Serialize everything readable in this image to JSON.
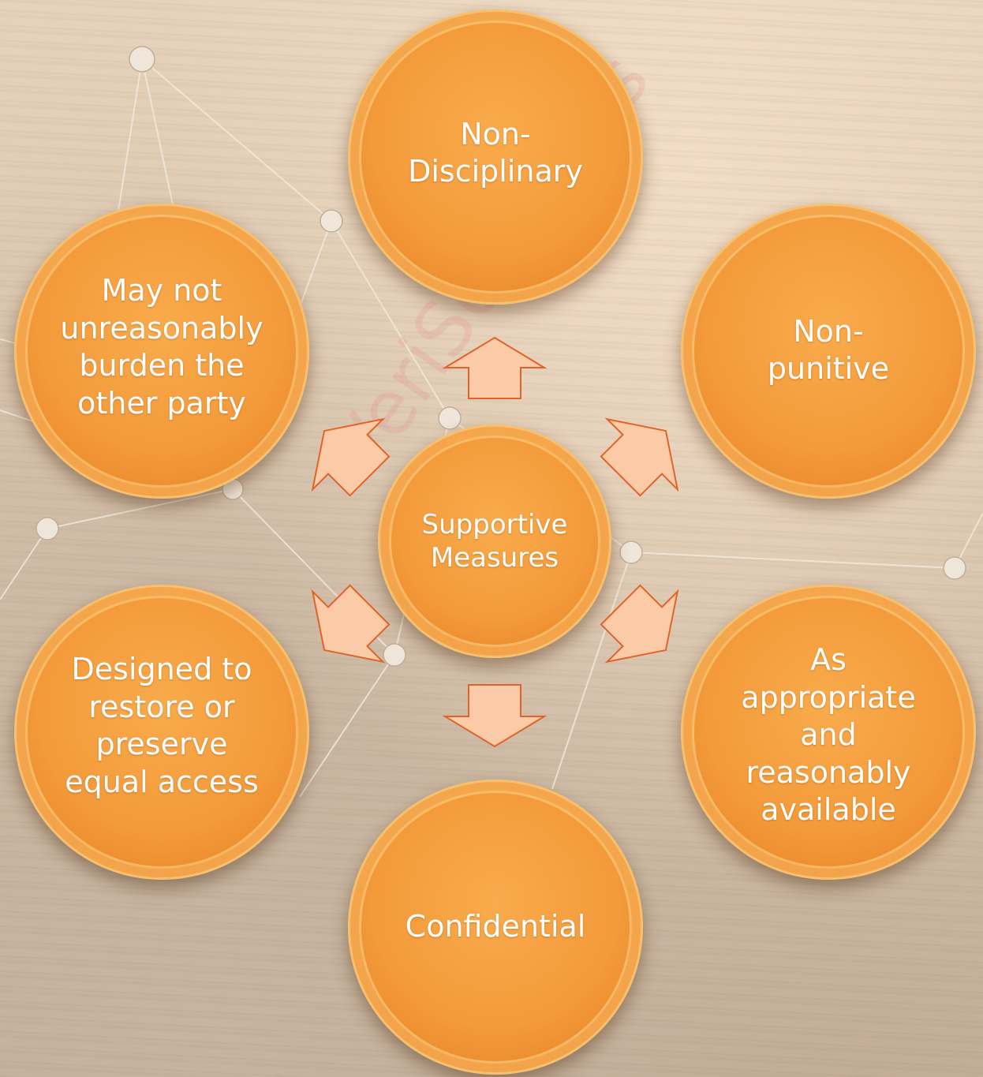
{
  "diagram": {
    "center": "Supportive\nMeasures",
    "nodes": {
      "top": "Non-\nDisciplinary",
      "top_right": "Non-\npunitive",
      "bottom_right": "As\nappropriate\nand\nreasonably\navailable",
      "bottom": "Confidential",
      "bottom_left": "Designed to\nrestore or\npreserve\nequal access",
      "top_left": "May not\nunreasonably\nburden the\nother party"
    }
  },
  "watermark": "VeriSolutions",
  "colors": {
    "circle": "#f39a3a",
    "circle_ring": "#f7c06e",
    "arrow_fill": "#fbcaa7",
    "arrow_stroke": "#e0642a"
  }
}
